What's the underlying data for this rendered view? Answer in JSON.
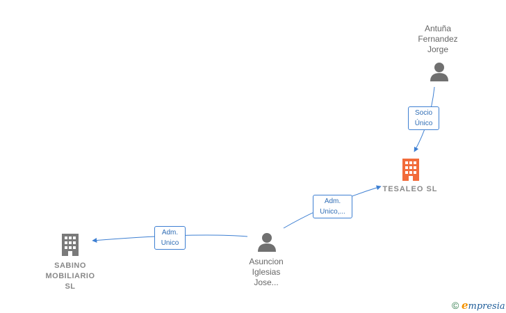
{
  "nodes": {
    "person_top": {
      "label_lines": [
        "Antuña",
        "Fernandez",
        "Jorge"
      ]
    },
    "person_mid": {
      "label_lines": [
        "Asuncion",
        "Iglesias",
        "Jose..."
      ]
    },
    "company_focus": {
      "label": "TESALEO  SL",
      "color": "#f26b3a"
    },
    "company_left": {
      "label_lines": [
        "SABINO",
        "MOBILIARIO",
        "SL"
      ],
      "color": "#7a7a7a"
    }
  },
  "edges": {
    "socio": {
      "lines": [
        "Socio",
        "Único"
      ]
    },
    "adm_tesaleo": {
      "lines": [
        "Adm.",
        "Unico,..."
      ]
    },
    "adm_sabino": {
      "lines": [
        "Adm.",
        "Unico"
      ]
    }
  },
  "colors": {
    "edge": "#3d7fd2",
    "person": "#707070"
  },
  "brand": {
    "copyright": "©",
    "e": "e",
    "rest": "mpresia"
  }
}
